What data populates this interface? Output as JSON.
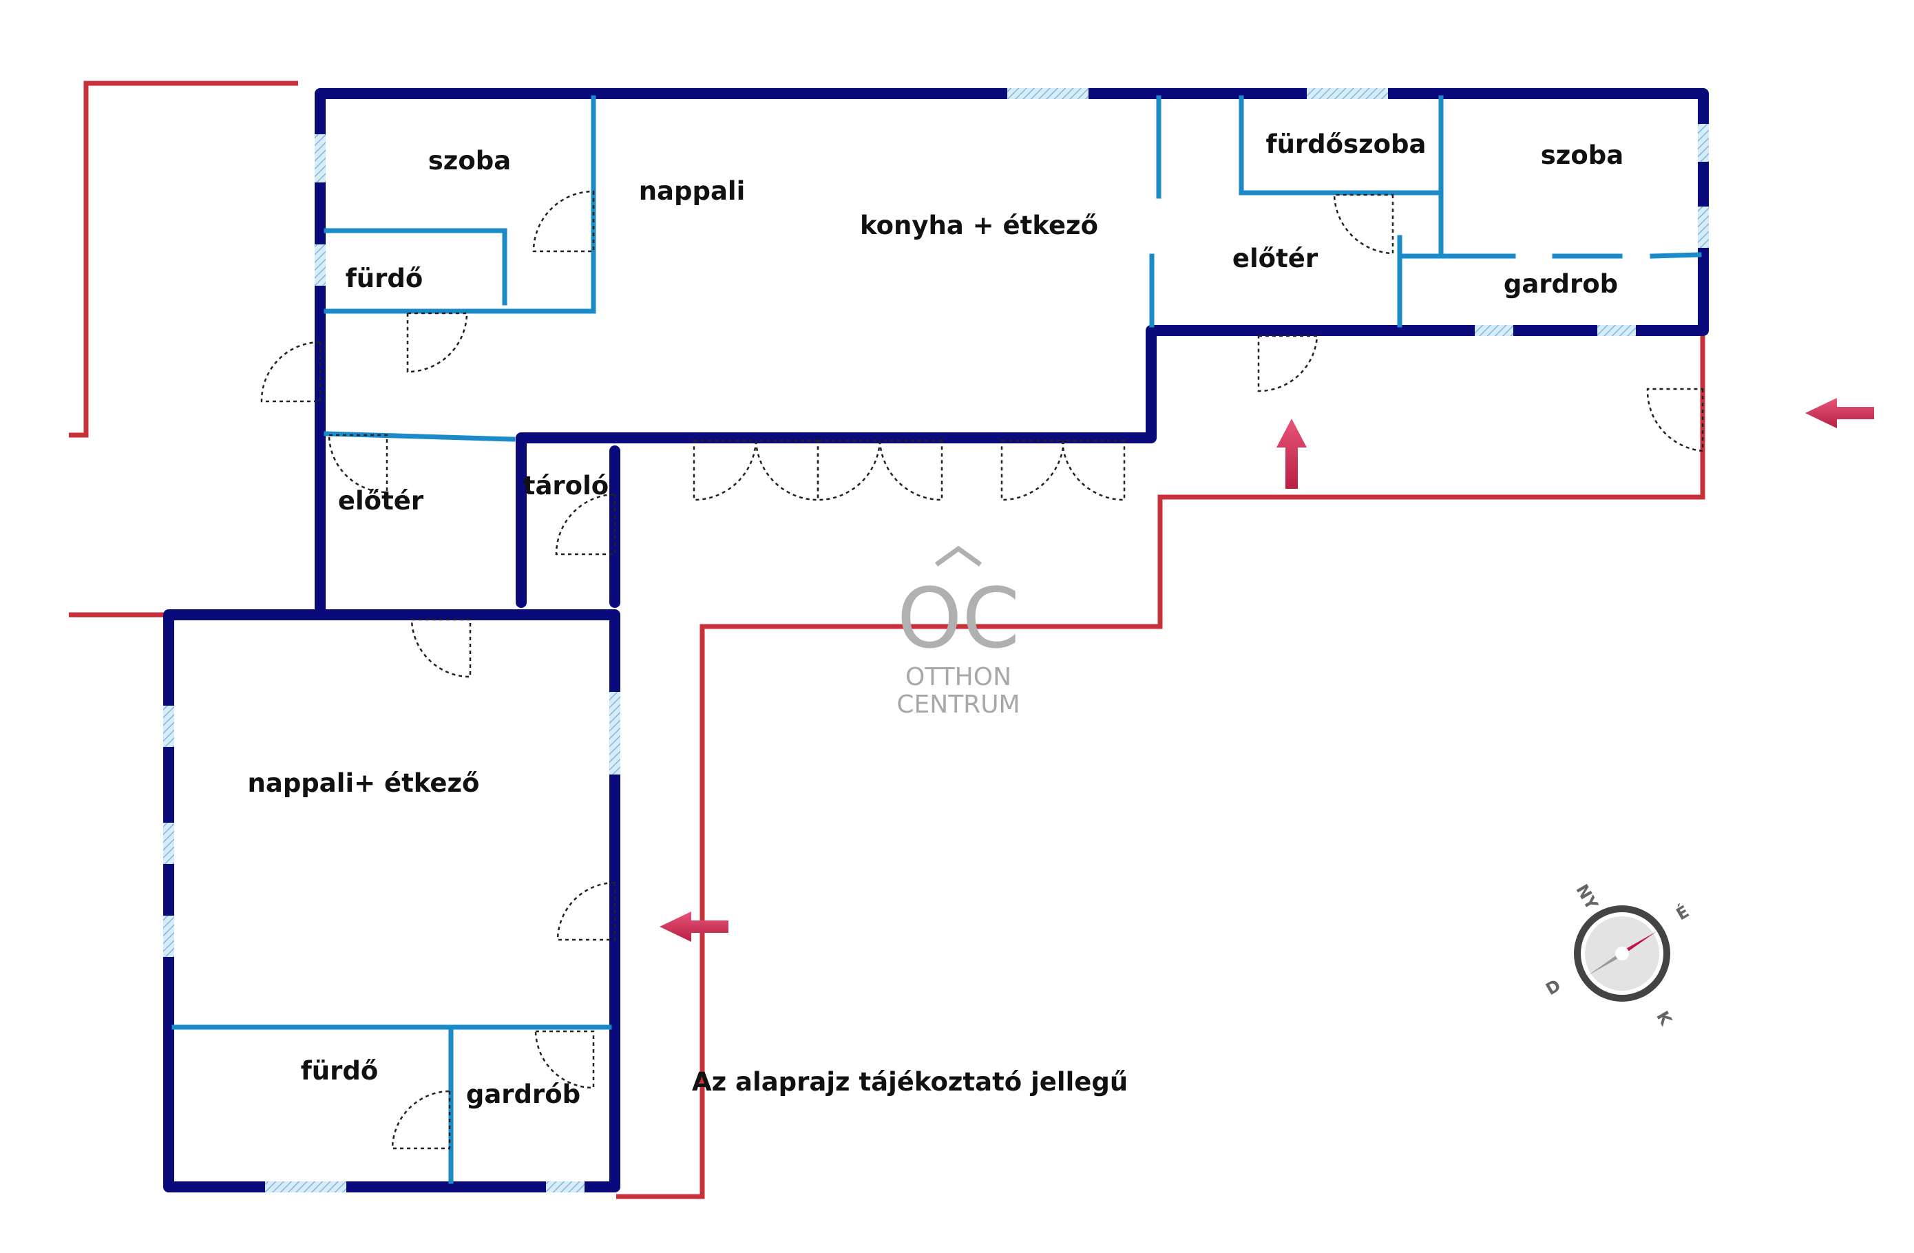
{
  "rooms": {
    "szoba_1": "szoba",
    "nappali": "nappali",
    "konyha": "konyha + étkező",
    "furdoszoba": "fürdőszoba",
    "szoba_2": "szoba",
    "furdo_1": "fürdő",
    "eloter_1": "előtér",
    "gardrob_1": "gardrob",
    "eloter_2": "előtér",
    "tarolo": "tároló",
    "nappali_etkezo": "nappali+ étkező",
    "furdo_2": "fürdő",
    "gardrob_2": "gardrób"
  },
  "disclaimer": "Az alaprajz tájékoztató jellegű",
  "watermark": {
    "logo": "OC",
    "line1": "OTTHON",
    "line2": "CENTRUM"
  },
  "compass": {
    "ny": "NY",
    "e": "É",
    "d": "D",
    "k": "K"
  },
  "colors": {
    "outer_wall": "#0b0a7a",
    "inner_wall": "#1a8ac9",
    "plot_boundary": "#c8303a",
    "entrance_arrow": "#d62d55",
    "window": "#9ccbe8"
  },
  "icons": [
    "entrance-arrow-icon",
    "compass-icon"
  ]
}
